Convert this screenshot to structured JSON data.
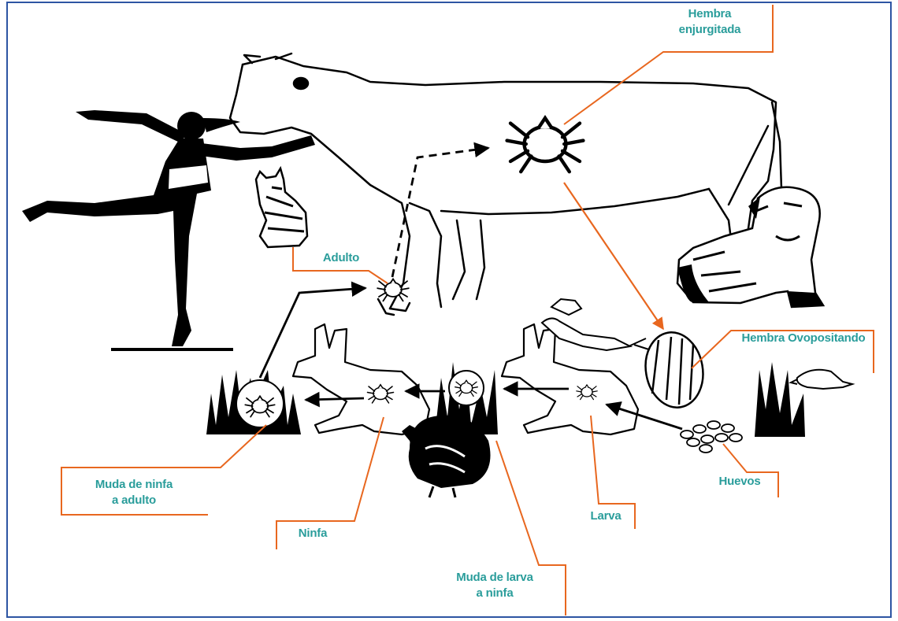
{
  "colors": {
    "label_text": "#2a9d9b",
    "leader_line": "#e8671f",
    "flow_arrow": "#000000",
    "frame": "#2d55a3"
  },
  "labels": {
    "hembra_enjurgitada": [
      "Hembra",
      "enjurgitada"
    ],
    "adulto": "Adulto",
    "hembra_ovopositando": "Hembra Ovopositando",
    "huevos": "Huevos",
    "larva": "Larva",
    "ninfa": "Ninfa",
    "muda_ninfa_adulto": [
      "Muda de ninfa",
      "a adulto"
    ],
    "muda_larva_ninfa": [
      "Muda de larva",
      "a ninfa"
    ]
  },
  "illustrations": [
    "woman-silhouette",
    "cow",
    "cat",
    "dog",
    "rabbit",
    "rabbit",
    "turkey",
    "bird",
    "mouse",
    "grass",
    "tick",
    "eggs"
  ]
}
